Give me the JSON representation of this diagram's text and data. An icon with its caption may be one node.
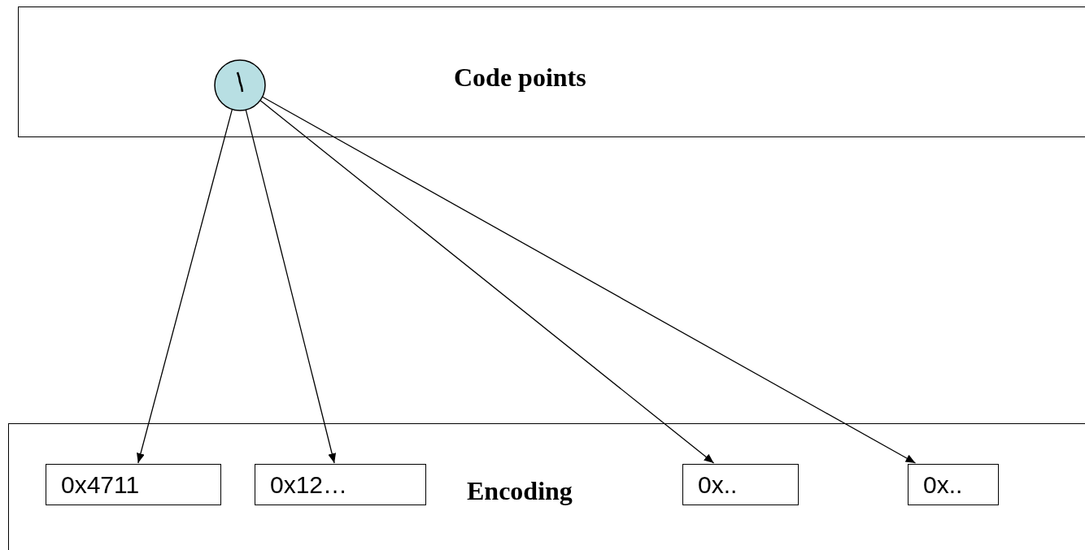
{
  "diagram": {
    "nodes": [
      {
        "text": [
          "Code points"
        ]
      },
      {
        "text": [],
        "shape": "circle",
        "in": 0
      },
      {
        "text": [
          "Encoding"
        ]
      },
      {
        "text": [
          "0x4711"
        ],
        "in": 2
      },
      {
        "text": [
          "0x12…"
        ],
        "in": 2
      },
      {
        "text": [
          "0x.."
        ],
        "in": 2
      },
      {
        "text": [
          "0x.."
        ],
        "in": 2
      }
    ],
    "edges": [
      {
        "from": 1,
        "to": 3,
        "arrow": "to"
      },
      {
        "from": 1,
        "to": 4,
        "arrow": "to"
      },
      {
        "from": 1,
        "to": 5,
        "arrow": "to"
      },
      {
        "from": 1,
        "to": 6,
        "arrow": "to"
      }
    ]
  }
}
